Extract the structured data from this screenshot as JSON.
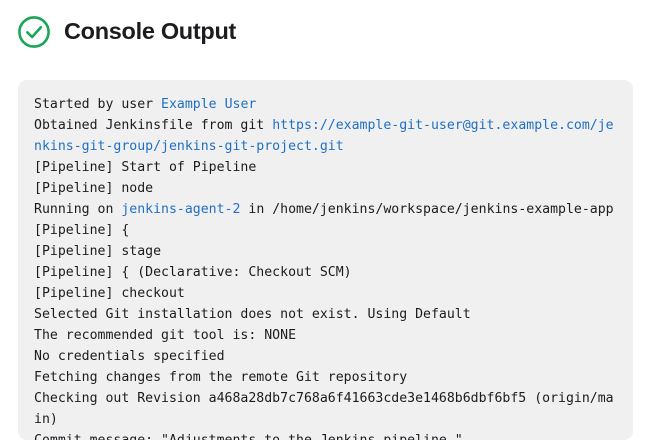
{
  "header": {
    "title": "Console Output",
    "status_icon": "check-circle-icon",
    "status_color": "#18a657"
  },
  "colors": {
    "panel_background": "#f0f0f0",
    "link": "#1f6fc4",
    "muted_text": "#a9a9a9",
    "text": "#1c1c20"
  },
  "console": {
    "lines": [
      {
        "style": "normal",
        "segments": [
          {
            "type": "text",
            "value": "Started by user "
          },
          {
            "type": "link",
            "value": "Example User"
          }
        ]
      },
      {
        "style": "normal",
        "segments": [
          {
            "type": "text",
            "value": "Obtained Jenkinsfile from git "
          },
          {
            "type": "link",
            "value": "https://example-git-user@git.example.com/jenkins-git-group/jenkins-git-project.git"
          }
        ]
      },
      {
        "style": "muted",
        "segments": [
          {
            "type": "text",
            "value": "[Pipeline] Start of Pipeline"
          }
        ]
      },
      {
        "style": "muted",
        "segments": [
          {
            "type": "text",
            "value": "[Pipeline] node"
          }
        ]
      },
      {
        "style": "normal",
        "segments": [
          {
            "type": "text",
            "value": "Running on "
          },
          {
            "type": "link",
            "value": "jenkins-agent-2"
          },
          {
            "type": "text",
            "value": " in /home/jenkins/workspace/jenkins-example-app"
          }
        ]
      },
      {
        "style": "muted",
        "segments": [
          {
            "type": "text",
            "value": "[Pipeline] {"
          }
        ]
      },
      {
        "style": "muted",
        "segments": [
          {
            "type": "text",
            "value": "[Pipeline] stage"
          }
        ]
      },
      {
        "style": "muted",
        "segments": [
          {
            "type": "text",
            "value": "[Pipeline] { (Declarative: Checkout SCM)"
          }
        ]
      },
      {
        "style": "muted",
        "segments": [
          {
            "type": "text",
            "value": "[Pipeline] checkout"
          }
        ]
      },
      {
        "style": "normal",
        "segments": [
          {
            "type": "text",
            "value": "Selected Git installation does not exist. Using Default"
          }
        ]
      },
      {
        "style": "normal",
        "segments": [
          {
            "type": "text",
            "value": "The recommended git tool is: NONE"
          }
        ]
      },
      {
        "style": "normal",
        "segments": [
          {
            "type": "text",
            "value": "No credentials specified"
          }
        ]
      },
      {
        "style": "normal",
        "segments": [
          {
            "type": "text",
            "value": "Fetching changes from the remote Git repository"
          }
        ]
      },
      {
        "style": "normal",
        "segments": [
          {
            "type": "text",
            "value": "Checking out Revision a468a28db7c768a6f41663cde3e1468b6dbf6bf5 (origin/main)"
          }
        ]
      },
      {
        "style": "normal",
        "segments": [
          {
            "type": "text",
            "value": "Commit message: \"Adjustments to the Jenkins pipeline.\""
          }
        ]
      }
    ]
  }
}
